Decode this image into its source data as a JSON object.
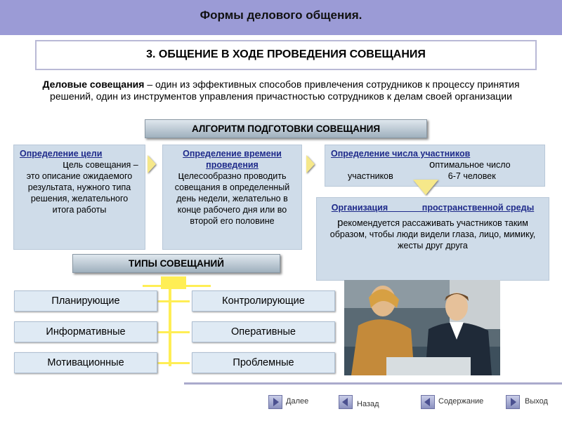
{
  "header": {
    "title": "Формы делового общения."
  },
  "section": {
    "title": "3. ОБЩЕНИЕ В ХОДЕ ПРОВЕДЕНИЯ СОВЕЩАНИЯ"
  },
  "intro": {
    "term": "Деловые совещания",
    "text": " – один из эффективных способов привлечения сотрудников к процессу принятия решений, один из инструментов управления причастностью сотрудников к делам своей организации"
  },
  "algorithm": {
    "banner": "АЛГОРИТМ ПОДГОТОВКИ СОВЕЩАНИЯ",
    "goal": {
      "head": "Определение цели",
      "dropcap": "ц",
      "body": "ель совещания – это описание ожидаемого результата, нужного типа решения, желательного итога работы"
    },
    "time": {
      "head": "Определение времени  проведения",
      "dropcap": "ц",
      "body": "елесообразно проводить  совещания в определенный день недели, желательно в конце рабочего дня или во второй его половине"
    },
    "count": {
      "head": "Определение числа участников",
      "dropcap": "о",
      "body1": "птимальное число",
      "body2": "участников",
      "body3": "6-7 человек"
    },
    "environment": {
      "head": "Организация              пространственной среды",
      "dropcap": "р",
      "body": "екомендуется рассаживать участников таким образом, чтобы люди видели глаза, лицо, мимику, жесты друг друга"
    }
  },
  "types": {
    "banner": "ТИПЫ СОВЕЩАНИЙ",
    "items": [
      "Планирующие",
      "Контролирующие",
      "Информативные",
      "Оперативные",
      "Мотивационные",
      "Проблемные"
    ]
  },
  "nav": {
    "next": "Далее",
    "back": "Назад",
    "toc": "Содержание",
    "exit": "Выход"
  },
  "colors": {
    "header_bg": "#9b9bd6",
    "card_bg": "#cfdce9",
    "card_head": "#1e2a8a",
    "connector": "#ffee55"
  }
}
